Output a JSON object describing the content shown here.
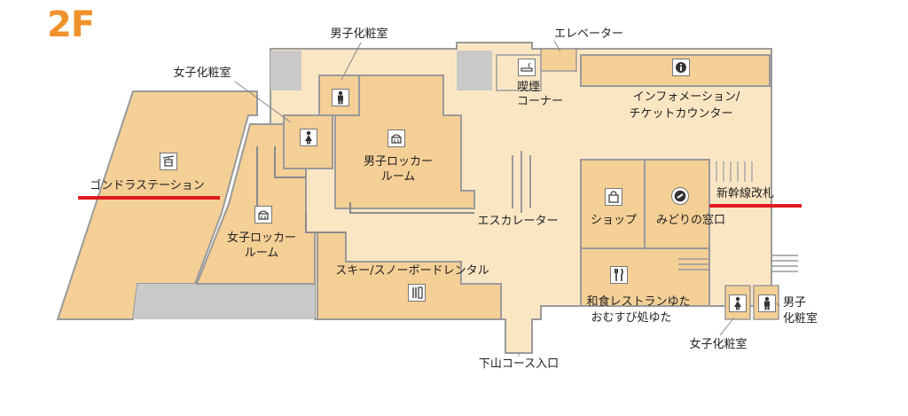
{
  "floor": "2F",
  "colors": {
    "floor_label": "#f0922b",
    "area_light": "#fbe6c4",
    "area_room": "#f4cf96",
    "wall_gray": "#c9c9c9",
    "highlight": "#e01b22"
  },
  "labels": {
    "gondola_station": "ゴンドラステーション",
    "womens_restroom_nw": "女子化粧室",
    "mens_restroom_n": "男子化粧室",
    "elevator": "エレベーター",
    "smoking_line1": "喫煙",
    "smoking_line2": "コーナー",
    "info_line1": "インフォメーション/",
    "info_line2": "チケットカウンター",
    "mens_locker_line1": "男子ロッカー",
    "mens_locker_line2": "ルーム",
    "womens_locker_line1": "女子ロッカー",
    "womens_locker_line2": "ルーム",
    "escalator": "エスカレーター",
    "shop": "ショップ",
    "midori": "みどりの窓口",
    "shinkansen_gate": "新幹線改札",
    "rental": "スキー/スノーボードレンタル",
    "restaurant_line1": "和食レストランゆた",
    "restaurant_line2": "おむすび処ゆた",
    "mens_restroom_se_line1": "男子",
    "mens_restroom_se_line2": "化粧室",
    "womens_restroom_se": "女子化粧室",
    "descent_course": "下山コース入口"
  },
  "icons": [
    "gondola-icon",
    "mens-restroom-icon",
    "womens-restroom-icon",
    "smoking-icon",
    "information-icon",
    "locker-icon",
    "shop-icon",
    "ticket-office-icon",
    "rental-icon",
    "restaurant-icon"
  ],
  "highlighted": [
    "gondola_station",
    "shinkansen_gate"
  ]
}
